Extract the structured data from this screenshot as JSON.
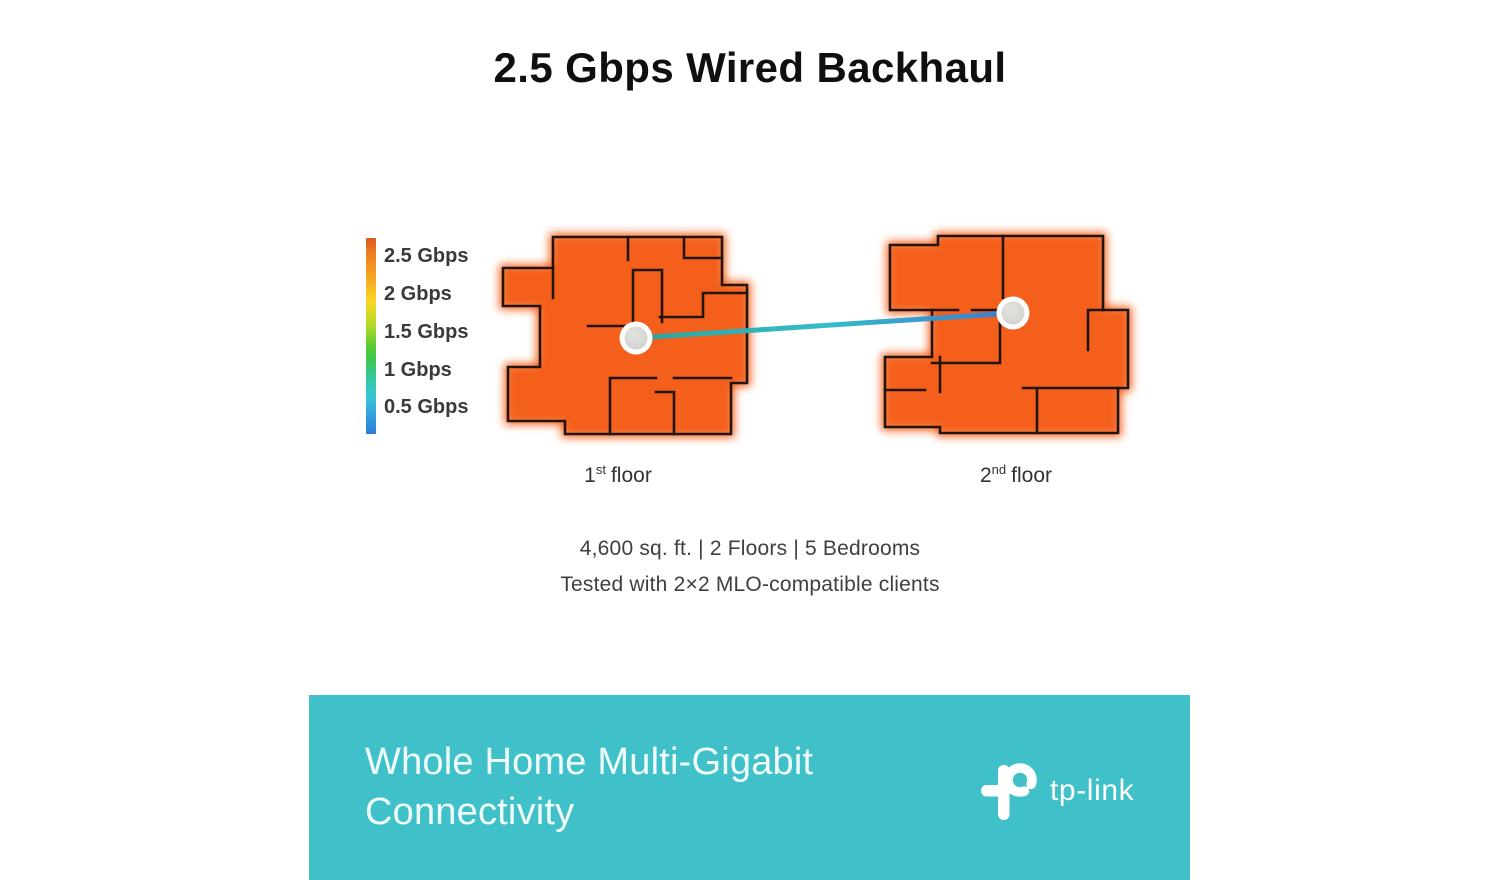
{
  "title": "2.5 Gbps Wired Backhaul",
  "legend": {
    "labels": [
      "2.5 Gbps",
      "2 Gbps",
      "1.5 Gbps",
      "1 Gbps",
      "0.5 Gbps"
    ],
    "gradient_top_color": "#dd5a1d",
    "gradient_bottom_color": "#2e7ad6"
  },
  "floors": {
    "floor1": {
      "number": "1",
      "ordinal": "st",
      "word": "floor"
    },
    "floor2": {
      "number": "2",
      "ordinal": "nd",
      "word": "floor"
    }
  },
  "specs": {
    "line1": "4,600 sq. ft. | 2 Floors | 5 Bedrooms",
    "line2": "Tested with 2×2 MLO-compatible clients"
  },
  "banner": {
    "heading_line1": "Whole Home Multi-Gigabit",
    "heading_line2": "Connectivity",
    "logo_text": "tp-link",
    "background_color": "#40c1c9"
  },
  "colors": {
    "coverage_orange": "#f4601c",
    "wall": "#23150a",
    "link_start": "#2da39b",
    "link_mid": "#35bdc9",
    "link_end": "#3b79cf",
    "node_ring": "#ffffff",
    "node_center": "#d9d9d6"
  }
}
